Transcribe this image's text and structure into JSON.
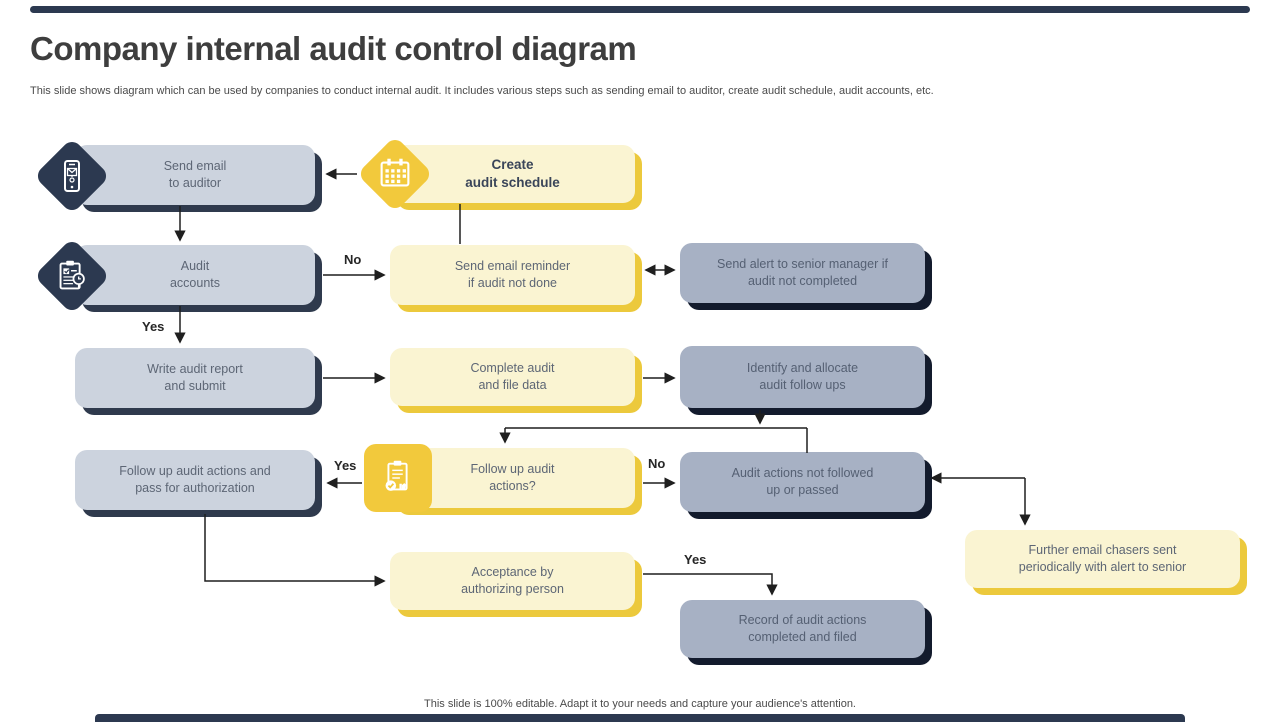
{
  "slide": {
    "title": "Company internal audit control diagram",
    "subtitle": "This slide shows diagram which can be used by companies to conduct internal audit. It includes various steps such as sending email to auditor, create audit schedule, audit accounts, etc.",
    "footer": "This slide is 100% editable. Adapt it to your needs and capture your audience's attention."
  },
  "colors": {
    "gray_fill": "#ccd3de",
    "gray_shadow": "#2f3a4d",
    "yellow_fill": "#faf4d2",
    "yellow_shadow": "#ecc93c",
    "dark_fill": "#a7b1c4",
    "dark_shadow": "#131b2d",
    "navy_diamond": "#2c3950",
    "yellow_diamond": "#f2c93c",
    "connector": "#1f1f1f"
  },
  "nodes": {
    "send_email": {
      "label": "Send email\nto auditor",
      "icon": "phone-email-icon"
    },
    "create_schedule": {
      "label": "Create\naudit schedule",
      "icon": "calendar-icon"
    },
    "audit_accounts": {
      "label": "Audit\naccounts",
      "icon": "clipboard-clock-icon"
    },
    "email_reminder": {
      "label": "Send email reminder\nif audit not done"
    },
    "send_alert": {
      "label": "Send alert to senior manager if\naudit not completed"
    },
    "write_report": {
      "label": "Write audit report\nand submit"
    },
    "complete_audit": {
      "label": "Complete audit\nand file data"
    },
    "identify_allocate": {
      "label": "Identify and allocate\naudit follow ups"
    },
    "follow_up_pass": {
      "label": "Follow up audit actions and\npass for authorization"
    },
    "follow_up_question": {
      "label": "Follow up audit\nactions?",
      "icon": "clipboard-check-icon"
    },
    "audit_actions_not_followed": {
      "label": "Audit actions not followed\nup or passed"
    },
    "further_chasers": {
      "label": "Further email chasers sent\nperiodically with alert to senior"
    },
    "acceptance": {
      "label": "Acceptance by\nauthorizing person"
    },
    "record_filed": {
      "label": "Record of audit actions\ncompleted and filed"
    }
  },
  "edge_labels": {
    "no_audit": "No",
    "yes_audit": "Yes",
    "yes_follow_up": "Yes",
    "no_follow_up": "No",
    "yes_acceptance": "Yes"
  }
}
